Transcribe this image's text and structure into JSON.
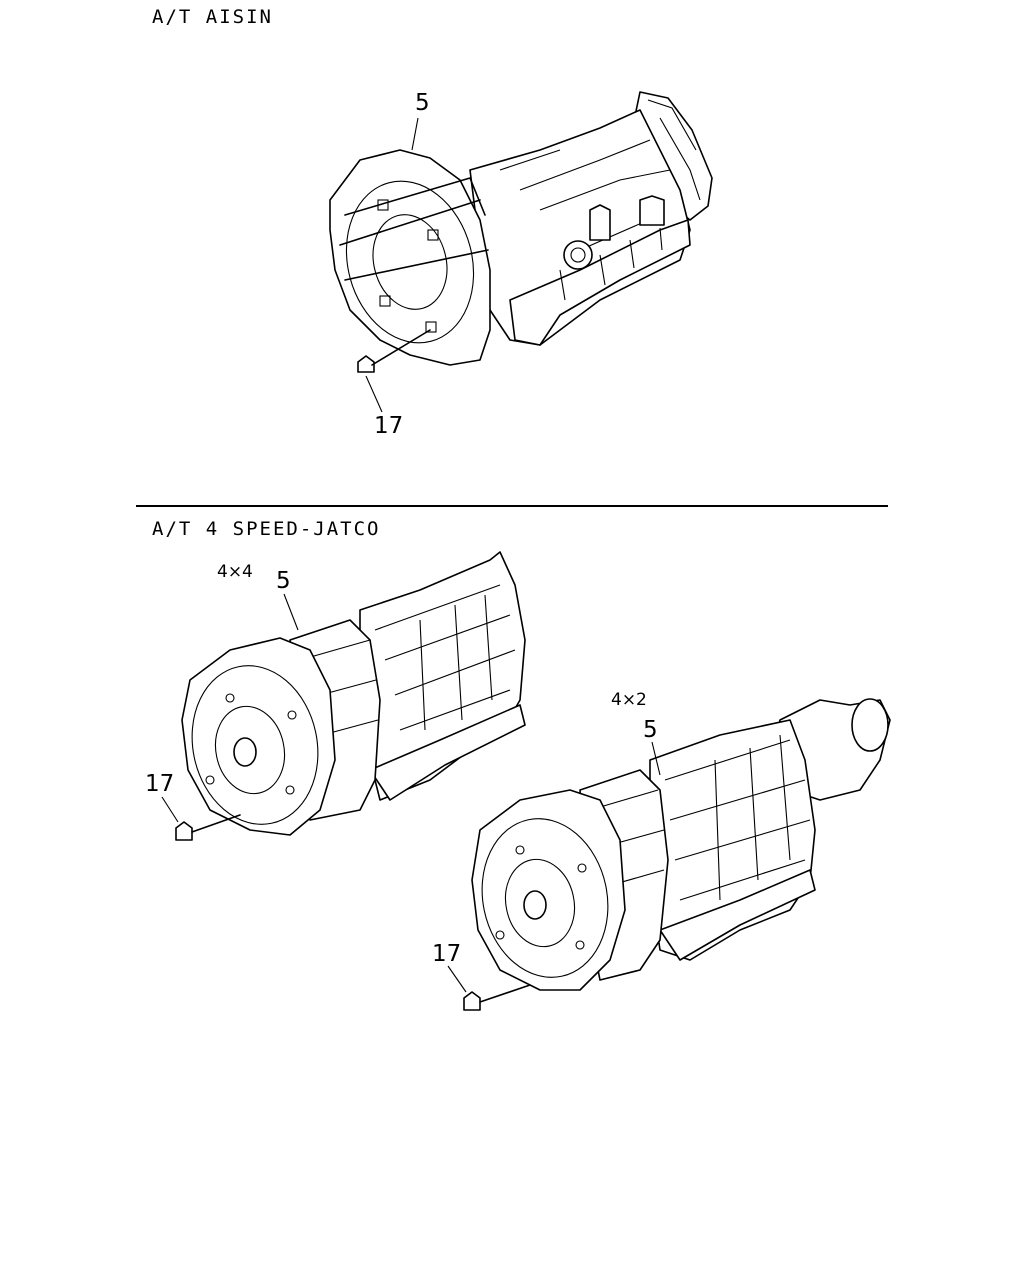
{
  "sections": [
    {
      "title": "A/T AISIN",
      "callouts": {
        "part_5": "5",
        "part_17": "17"
      }
    },
    {
      "title": "A/T 4 SPEED-JATCO",
      "variants": [
        {
          "label": "4×4",
          "callouts": {
            "part_5": "5",
            "part_17": "17"
          }
        },
        {
          "label": "4×2",
          "callouts": {
            "part_5": "5",
            "part_17": "17"
          }
        }
      ]
    }
  ],
  "line_color": "#000000",
  "background": "#ffffff"
}
